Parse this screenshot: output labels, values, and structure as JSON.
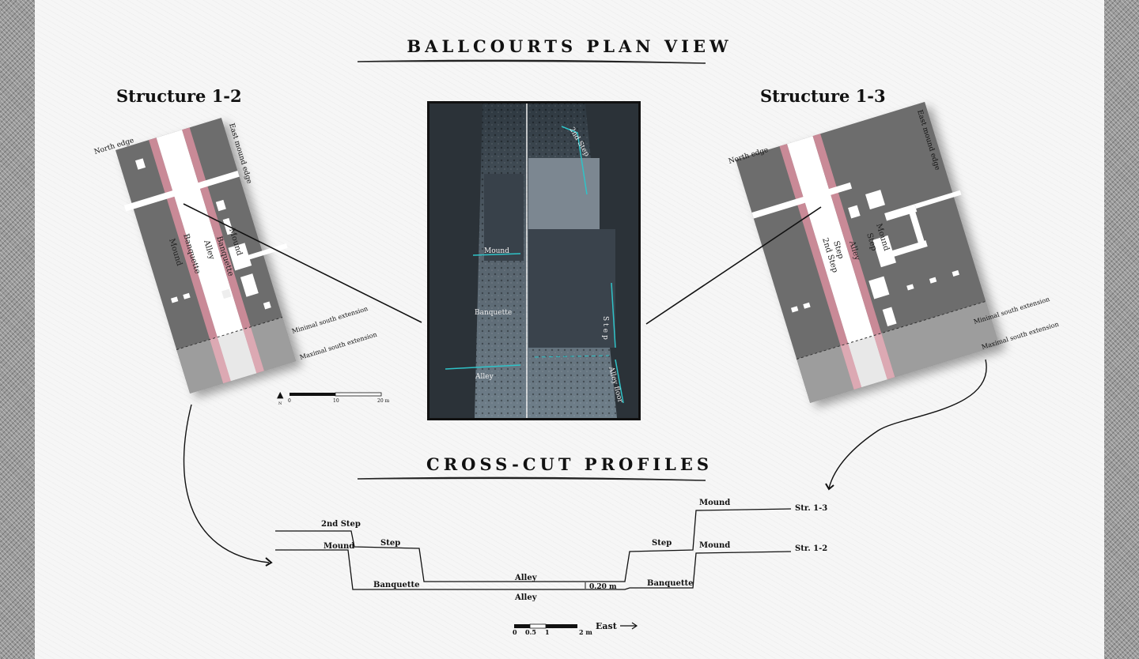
{
  "headings": {
    "plan_view": "BALLCOURTS PLAN VIEW",
    "cross_cut": "CROSS-CUT PROFILES"
  },
  "structures": {
    "left": {
      "title": "Structure 1-2",
      "labels": {
        "north_edge": "North edge",
        "east_mound_edge": "East mound edge",
        "mound_west": "Mound",
        "banquette_west": "Banquette",
        "alley": "Alley",
        "banquette_east": "Banquette",
        "mound_east": "Mound",
        "minimal_south": "Minimal south extension",
        "maximal_south": "Maximal south extension"
      }
    },
    "right": {
      "title": "Structure 1-3",
      "labels": {
        "north_edge": "North edge",
        "east_mound_edge": "East mound edge",
        "second_step_west": "2nd Step",
        "step_west": "Step",
        "alley": "Alley",
        "step_east": "Step",
        "mound_east": "Mound",
        "minimal_south": "Minimal south extension",
        "maximal_south": "Maximal south extension"
      }
    }
  },
  "scale_bar_plan": {
    "ticks": [
      "0",
      "10",
      "20 m"
    ],
    "north": "N"
  },
  "photo_labels": {
    "second_step": "2nd Step",
    "mound": "Mound",
    "banquette": "Banquette",
    "alley": "Alley",
    "step": "Step",
    "alley_floor": "Alley floor"
  },
  "profiles": {
    "left_upper_1": "2nd Step",
    "left_upper_2": "Step",
    "left_lower_1": "Mound",
    "left_lower_2": "Banquette",
    "alley_upper": "Alley",
    "alley_lower": "Alley",
    "offset": "0.20 m",
    "right_upper_1": "Step",
    "right_upper_2": "Mound",
    "right_lower_1": "Banquette",
    "right_lower_2": "Mound",
    "series_upper": "Str. 1-3",
    "series_lower": "Str. 1-2"
  },
  "scale_bar_profile": {
    "ticks": [
      "0",
      "0.5",
      "1",
      "2 m"
    ],
    "direction": "East"
  },
  "colors": {
    "plan_grey": "#6d6d6d",
    "banquette_pink": "#c98a97",
    "photo_line_cyan": "#2fc3c8",
    "photo_dark": "#3b4651"
  }
}
